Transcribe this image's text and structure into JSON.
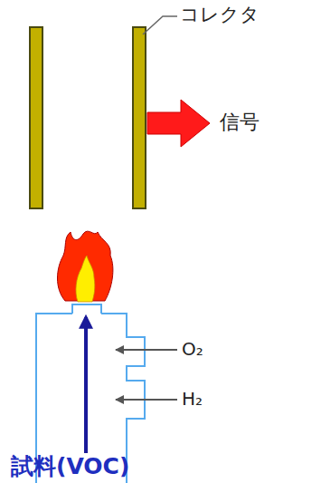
{
  "diagram": {
    "labels": [
      "コレクタ",
      "信号",
      "O₂",
      "H₂",
      "試料(VOC)"
    ]
  }
}
